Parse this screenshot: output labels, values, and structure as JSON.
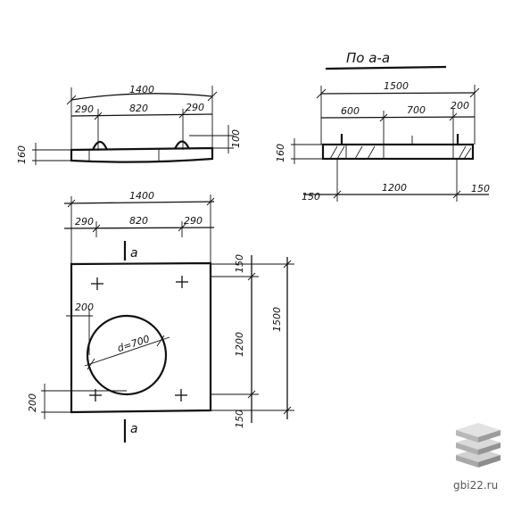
{
  "drawing": {
    "front_view": {
      "overall": "1400",
      "left": "290",
      "middle": "820",
      "right": "290",
      "thickness": "160",
      "loop_height": "100"
    },
    "section": {
      "title": "По а-а",
      "overall": "1500",
      "seg_a": "600",
      "seg_b": "700",
      "seg_c": "200",
      "thickness": "160",
      "bottom_left": "150",
      "bottom_mid": "1200",
      "bottom_right": "150"
    },
    "plan": {
      "overall": "1400",
      "left": "290",
      "middle": "820",
      "right": "290",
      "cut_label_top": "а",
      "cut_label_bottom": "а",
      "hole_offset_x": "200",
      "hole_offset_y": "200",
      "hole_diameter": "d=700",
      "right_top": "150",
      "right_mid": "1200",
      "right_bottom": "150",
      "right_overall": "1500"
    }
  },
  "watermark": {
    "site": "gbi22.ru"
  }
}
